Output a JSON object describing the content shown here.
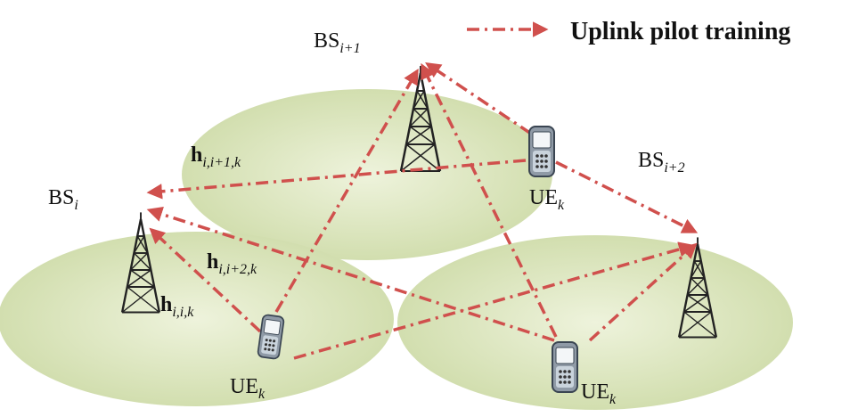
{
  "legend": {
    "label": "Uplink pilot training",
    "line_color": "#d0504d"
  },
  "colors": {
    "cell_fill": "#dfe8c6",
    "tower": "#222222",
    "arrow": "#d0504d"
  },
  "base_stations": [
    {
      "name": "BS",
      "sub": "i"
    },
    {
      "name": "BS",
      "sub": "i+1"
    },
    {
      "name": "BS",
      "sub": "i+2"
    }
  ],
  "users": [
    {
      "name": "UE",
      "sub": "k"
    },
    {
      "name": "UE",
      "sub": "k"
    },
    {
      "name": "UE",
      "sub": "k"
    }
  ],
  "channels": [
    {
      "symbol": "h",
      "sub": "i,i+1,k"
    },
    {
      "symbol": "h",
      "sub": "i,i+2,k"
    },
    {
      "symbol": "h",
      "sub": "i,i,k"
    }
  ]
}
